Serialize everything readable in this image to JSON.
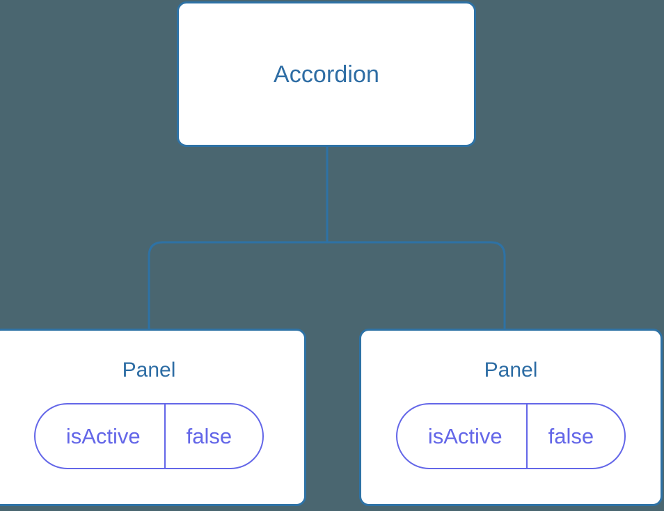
{
  "diagram": {
    "background_color": "#4a6670",
    "node_fill": "#ffffff",
    "node_border_color": "#2e72a5",
    "node_text_color": "#2e6da4",
    "state_accent_color": "#6366e8",
    "edge_color": "#2e72a5",
    "root": {
      "id": "accordion",
      "label": "Accordion"
    },
    "children": [
      {
        "id": "panel-0",
        "label": "Panel",
        "state": {
          "key": "isActive",
          "value": "false"
        }
      },
      {
        "id": "panel-1",
        "label": "Panel",
        "state": {
          "key": "isActive",
          "value": "false"
        }
      }
    ]
  }
}
